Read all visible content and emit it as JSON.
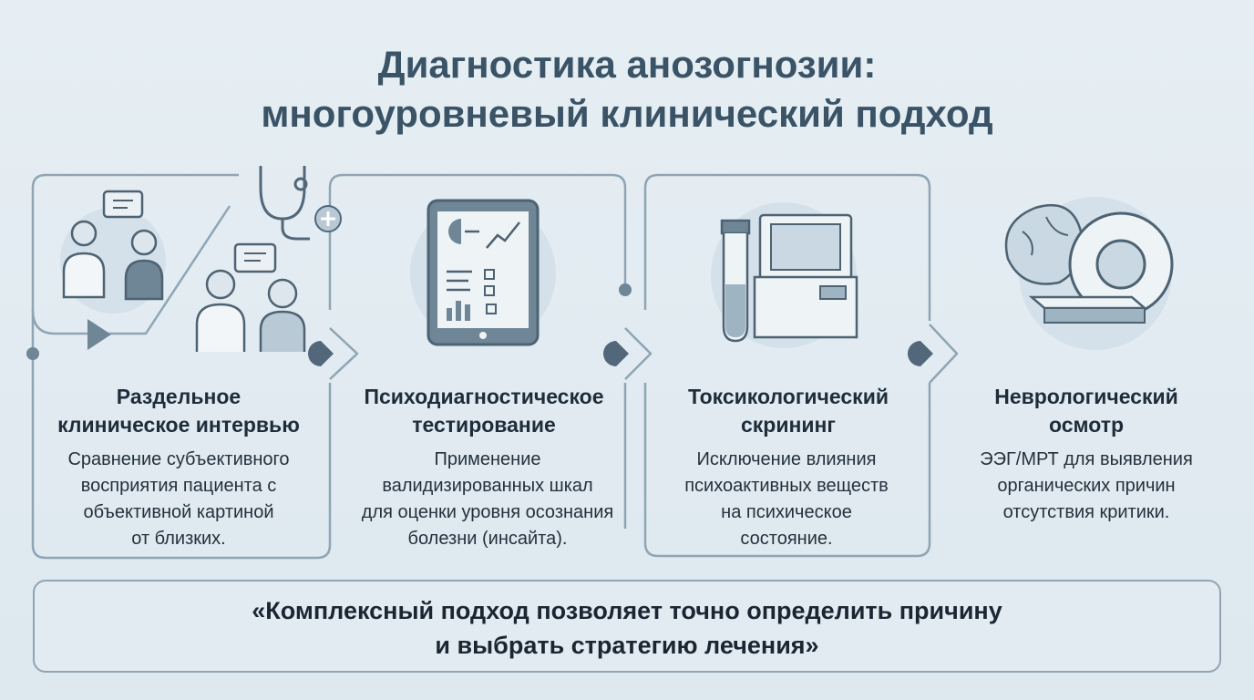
{
  "title": {
    "line1": "Диагностика анозогнозии:",
    "line2": "многоуровневый клинический подход"
  },
  "steps": [
    {
      "title1": "Раздельное",
      "title2": "клиническое интервью",
      "desc": [
        "Сравнение субъективного",
        "восприятия пациента с",
        "объективной картиной",
        "от близких."
      ],
      "icon": "doctor-patient-interview-icon"
    },
    {
      "title1": "Психодиагностическое",
      "title2": "тестирование",
      "desc": [
        "Применение",
        "валидизированных шкал",
        "для оценки уровня осознания",
        "болезни (инсайта)."
      ],
      "icon": "tablet-test-chart-icon"
    },
    {
      "title1": "Токсикологический",
      "title2": "скрининг",
      "desc": [
        "Исключение влияния",
        "психоактивных веществ",
        "на психическое",
        "состояние."
      ],
      "icon": "lab-analyzer-test-tube-icon"
    },
    {
      "title1": "Неврологический",
      "title2": "осмотр",
      "desc": [
        "ЭЭГ/МРТ для выявления",
        "органических причин",
        "отсутствия критики."
      ],
      "icon": "brain-mri-scanner-icon"
    }
  ],
  "quote": {
    "line1": "«Комплексный подход позволяет точно определить причину",
    "line2": "и выбрать стратегию лечения»"
  },
  "colors": {
    "line": "#8fa5b4",
    "icon_stroke": "#4d6272",
    "icon_fill": "#c9d8e2",
    "circle": "#d4e1ea",
    "arrow": "#52687a"
  }
}
